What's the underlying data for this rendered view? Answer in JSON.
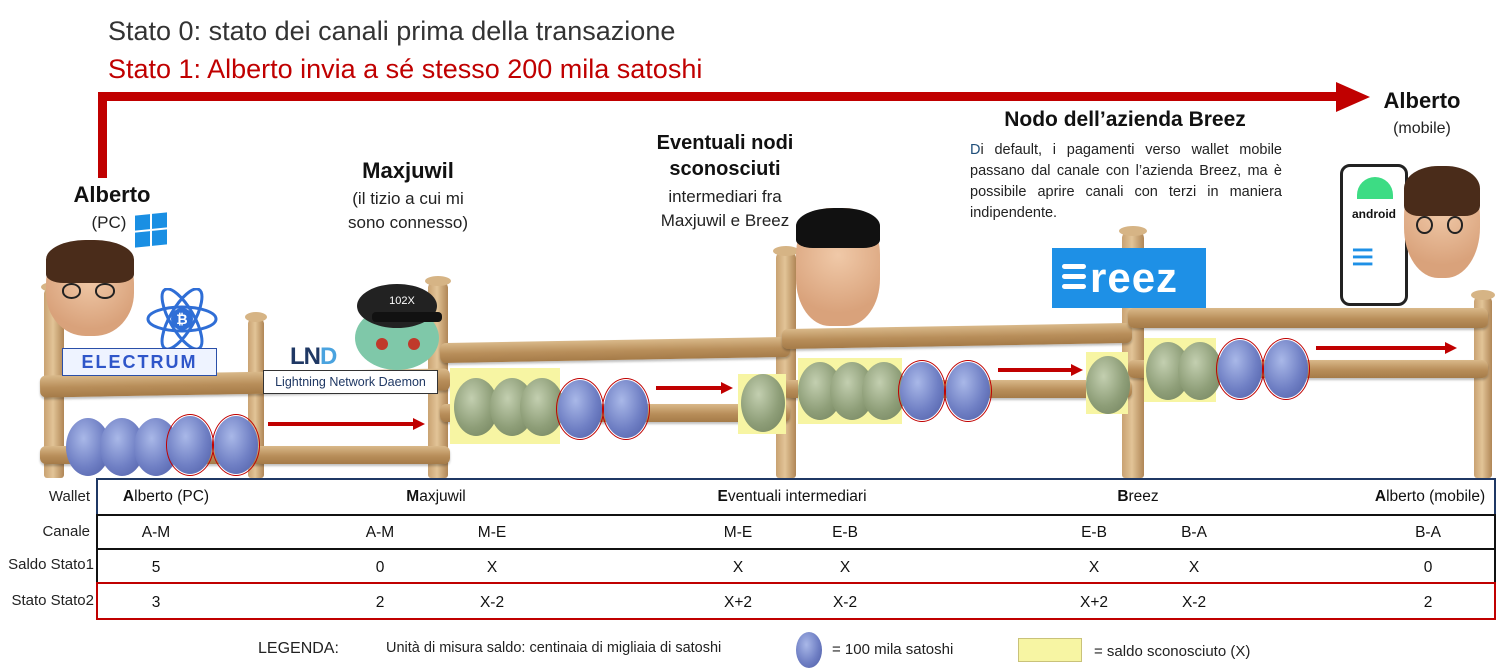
{
  "titles": {
    "state0_prefix": "Stato ",
    "state0_num": "0",
    "state0_rest": ": stato dei canali prima della transazione",
    "state1": "Stato 1: Alberto invia a sé stesso 200 mila satoshi"
  },
  "nodes": {
    "alberto_pc": {
      "name": "Alberto",
      "sub": "(PC)"
    },
    "maxjuwil": {
      "name": "Maxjuwil",
      "sub_line1": "(il tizio a cui mi",
      "sub_line2": "sono connesso)"
    },
    "unknown": {
      "name_line1": "Eventuali nodi",
      "name_line2": "sconosciuti",
      "sub_line1": "intermediari fra",
      "sub_line2": "Maxjuwil e Breez"
    },
    "breez": {
      "name": "Nodo dell’azienda Breez",
      "desc_first": "D",
      "desc_rest": "i default, i pagamenti verso wallet mobile passano dal canale con l’azienda Breez, ma è possibile aprire canali con terzi in maniera indipendente."
    },
    "alberto_mobile": {
      "name": "Alberto",
      "sub": "(mobile)"
    }
  },
  "logos": {
    "electrum": "ELECTRUM",
    "lnd_mark_l": "L",
    "lnd_mark_n": "N",
    "lnd_mark_d": "D",
    "lnd_text": "Lightning Network Daemon",
    "breez": "reez",
    "android": "android",
    "cap_text": "102X"
  },
  "colors": {
    "state1": "#c00000",
    "blue_bead": "#6f7fc4",
    "green_bead": "#8e9e78",
    "unknown_fill": "#f7f5a3",
    "breez_blue": "#1e90e6"
  },
  "table": {
    "row_labels": [
      "Wallet",
      "Canale",
      "Saldo Stato1",
      "Stato Stato2"
    ],
    "wallets": [
      {
        "bold": "A",
        "rest": "lberto (PC)"
      },
      {
        "bold": "M",
        "rest": "axjuwil"
      },
      {
        "bold": "E",
        "rest": "ventuali intermediari"
      },
      {
        "bold": "B",
        "rest": "reez"
      },
      {
        "bold": "A",
        "rest": "lberto (mobile)"
      }
    ],
    "channels": [
      "A-M",
      "A-M",
      "M-E",
      "M-E",
      "E-B",
      "E-B",
      "B-A",
      "B-A"
    ],
    "saldo1": [
      "5",
      "0",
      "X",
      "X",
      "X",
      "X",
      "X",
      "0"
    ],
    "saldo2": [
      "3",
      "2",
      "X-2",
      "X+2",
      "X-2",
      "X+2",
      "X-2",
      "2"
    ]
  },
  "legend": {
    "label": "LEGENDA:",
    "unit": "Unità di misura saldo: centinaia di migliaia di satoshi",
    "bead": "= 100 mila satoshi",
    "unknown": "= saldo sconosciuto (X)"
  }
}
